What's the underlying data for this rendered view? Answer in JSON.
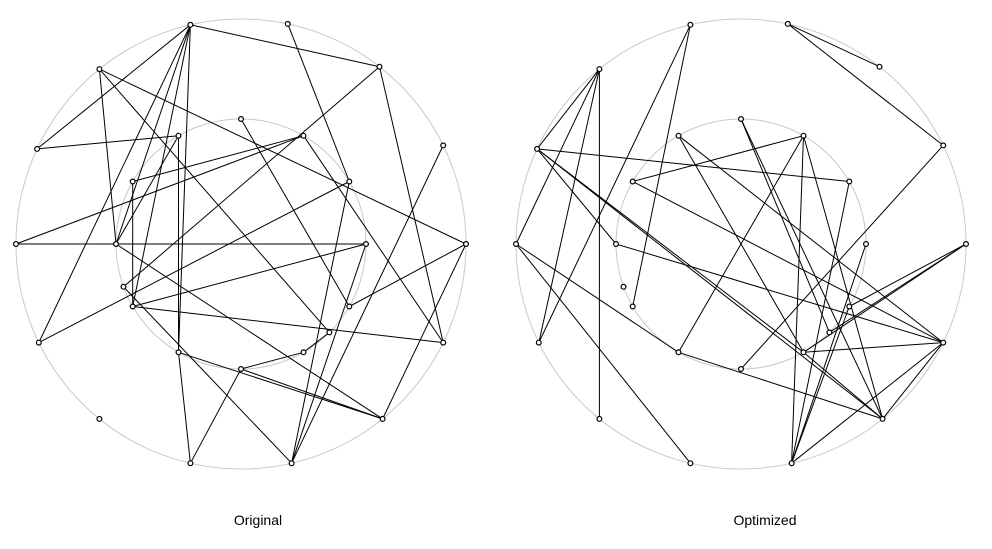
{
  "panels": [
    {
      "caption": "Original",
      "edges": [
        [
          "o0",
          "o5"
        ],
        [
          "o0",
          "o12"
        ],
        [
          "o0",
          "o25"
        ],
        [
          "o1",
          "o11"
        ],
        [
          "o2",
          "o4"
        ],
        [
          "o2",
          "o13"
        ],
        [
          "o2",
          "o27"
        ],
        [
          "o3",
          "o15"
        ],
        [
          "o4",
          "o8"
        ],
        [
          "o4",
          "o6"
        ],
        [
          "o4",
          "o22"
        ],
        [
          "o4",
          "o20"
        ],
        [
          "o4",
          "o21"
        ],
        [
          "o5",
          "o20"
        ],
        [
          "o5",
          "o26"
        ],
        [
          "o6",
          "o18"
        ],
        [
          "o7",
          "o16"
        ],
        [
          "o7",
          "o14"
        ],
        [
          "o8",
          "o15"
        ],
        [
          "o10",
          "o22"
        ],
        [
          "o10",
          "o23"
        ],
        [
          "o11",
          "o27"
        ],
        [
          "o11",
          "o14"
        ],
        [
          "o11",
          "o15"
        ],
        [
          "o12",
          "o20"
        ],
        [
          "o12",
          "o22"
        ],
        [
          "o12",
          "o23"
        ],
        [
          "o13",
          "o16"
        ],
        [
          "o13",
          "o21"
        ],
        [
          "o14",
          "o21"
        ],
        [
          "o16",
          "o19"
        ],
        [
          "o17",
          "o25"
        ],
        [
          "o18",
          "o20"
        ],
        [
          "o18",
          "o22"
        ],
        [
          "o19",
          "o21"
        ],
        [
          "o23",
          "o24"
        ],
        [
          "o24",
          "o26"
        ]
      ]
    },
    {
      "caption": "Optimized",
      "edges": [
        [
          "o5",
          "o6"
        ],
        [
          "o5",
          "o7"
        ],
        [
          "o5",
          "o8"
        ],
        [
          "o5",
          "o9"
        ],
        [
          "o6",
          "o12"
        ],
        [
          "o6",
          "o15"
        ],
        [
          "o6",
          "o20"
        ],
        [
          "o6",
          "o24"
        ],
        [
          "o1",
          "o23"
        ],
        [
          "o1",
          "o3"
        ],
        [
          "o3",
          "o2"
        ],
        [
          "o7",
          "o10"
        ],
        [
          "o7",
          "o22"
        ],
        [
          "o4",
          "o8"
        ],
        [
          "o4",
          "o21"
        ],
        [
          "o11",
          "o13"
        ],
        [
          "o11",
          "o14"
        ],
        [
          "o11",
          "o15"
        ],
        [
          "o11",
          "o16"
        ],
        [
          "o11",
          "o25"
        ],
        [
          "o12",
          "o13"
        ],
        [
          "o12",
          "o16"
        ],
        [
          "o12",
          "o17"
        ],
        [
          "o12",
          "o24"
        ],
        [
          "o13",
          "o18"
        ],
        [
          "o13",
          "o19"
        ],
        [
          "o13",
          "o20"
        ],
        [
          "o13",
          "o24"
        ],
        [
          "o16",
          "o19"
        ],
        [
          "o16",
          "o22"
        ],
        [
          "o17",
          "o26"
        ],
        [
          "o18",
          "o24"
        ],
        [
          "o0",
          "o25"
        ],
        [
          "o0",
          "o24"
        ],
        [
          "o0",
          "o26"
        ],
        [
          "o12",
          "o22"
        ]
      ]
    }
  ]
}
